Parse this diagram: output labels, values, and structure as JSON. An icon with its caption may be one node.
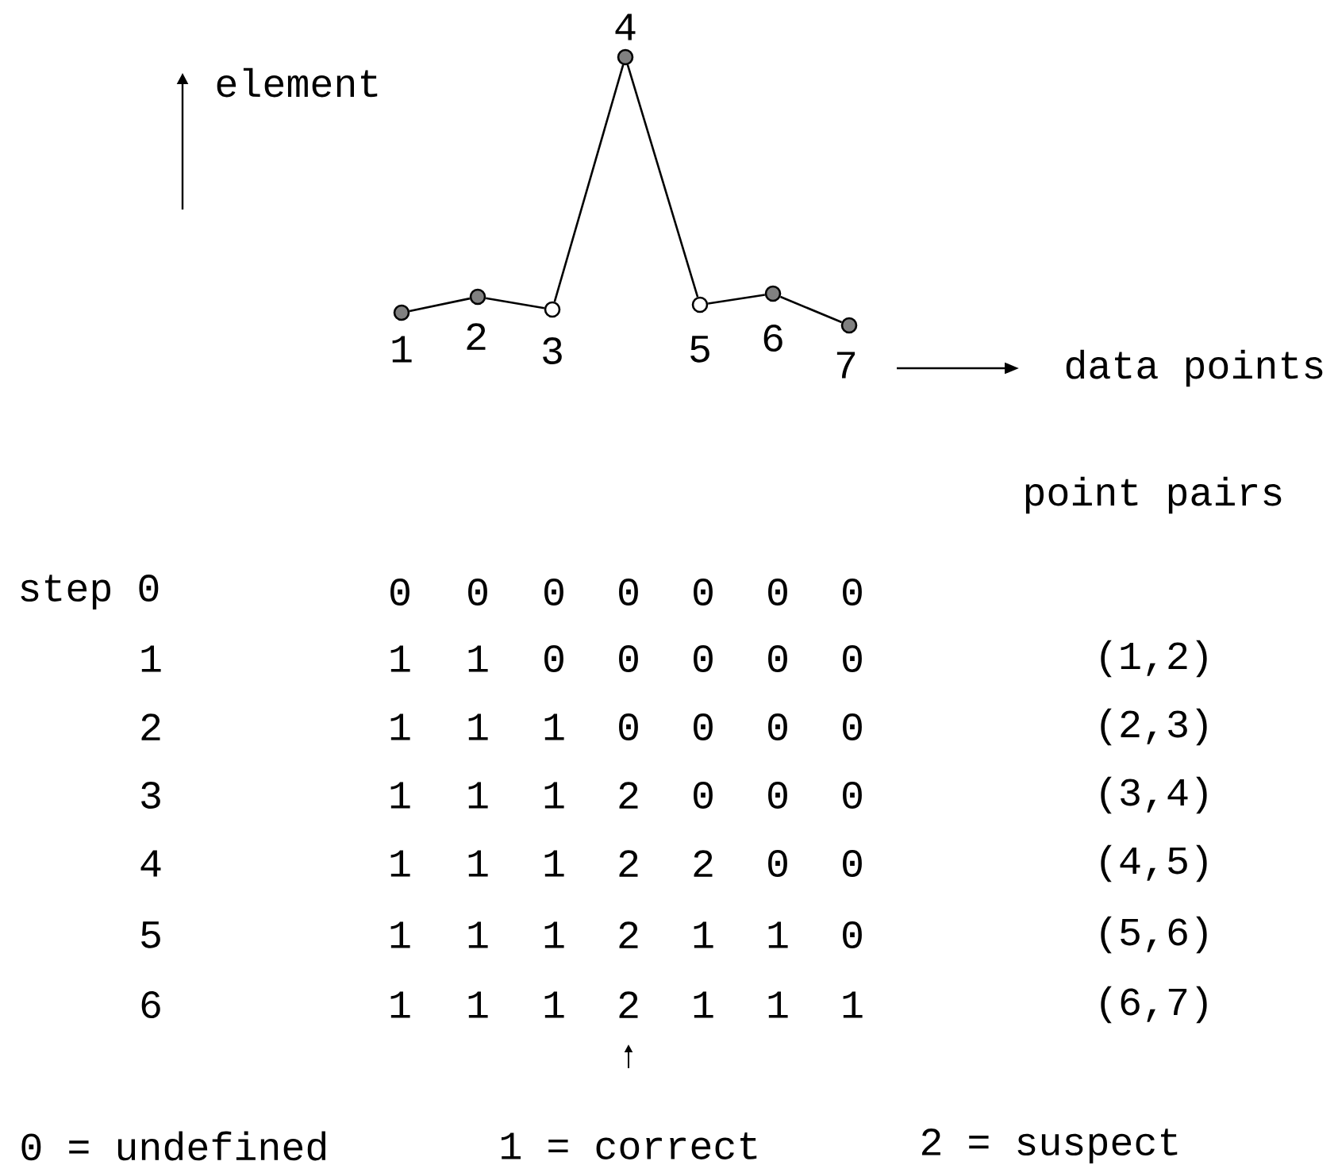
{
  "diagram": {
    "nodes": [
      {
        "text": [],
        "shape": "dot",
        "beside": [
          "1"
        ]
      },
      {
        "text": [],
        "shape": "dot",
        "beside": [
          "2"
        ]
      },
      {
        "text": [],
        "shape": "circle",
        "beside": [
          "3"
        ]
      },
      {
        "text": [],
        "shape": "dot",
        "beside": [
          "4"
        ]
      },
      {
        "text": [],
        "shape": "circle",
        "beside": [
          "5"
        ]
      },
      {
        "text": [],
        "shape": "dot",
        "beside": [
          "6"
        ]
      },
      {
        "text": [],
        "shape": "dot",
        "beside": [
          "7"
        ]
      }
    ],
    "edges": [
      {
        "from": 0,
        "to": 1,
        "arrow": "none"
      },
      {
        "from": 1,
        "to": 2,
        "arrow": "none"
      },
      {
        "from": 2,
        "to": 3,
        "arrow": "none"
      },
      {
        "from": 3,
        "to": 4,
        "arrow": "none"
      },
      {
        "from": 4,
        "to": 5,
        "arrow": "none"
      },
      {
        "from": 5,
        "to": 6,
        "arrow": "none"
      }
    ],
    "labels": [
      "element",
      "data points",
      "point pairs",
      "step 0",
      "0",
      "0",
      "0",
      "0",
      "0",
      "0",
      "0",
      "1",
      "1",
      "1",
      "0",
      "0",
      "0",
      "0",
      "0",
      "(1,2)",
      "2",
      "1",
      "1",
      "1",
      "0",
      "0",
      "0",
      "0",
      "(2,3)",
      "3",
      "1",
      "1",
      "1",
      "2",
      "0",
      "0",
      "0",
      "(3,4)",
      "4",
      "1",
      "1",
      "1",
      "2",
      "2",
      "0",
      "0",
      "(4,5)",
      "5",
      "1",
      "1",
      "1",
      "2",
      "1",
      "1",
      "0",
      "(5,6)",
      "6",
      "1",
      "1",
      "1",
      "2",
      "1",
      "1",
      "1",
      "(6,7)",
      "0 = undefined",
      "1 = correct",
      "2 = suspect"
    ]
  }
}
